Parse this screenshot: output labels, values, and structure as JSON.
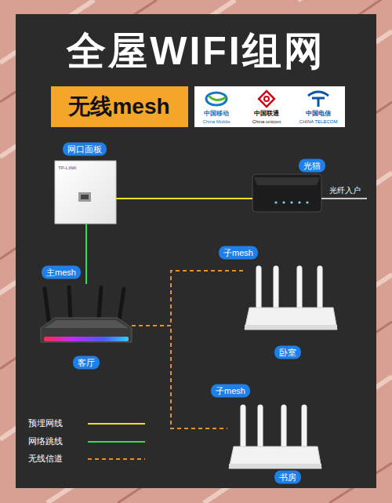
{
  "diagram": {
    "title": "全屋WIFI组网",
    "nodes": [
      {
        "text": [
          "网口面板"
        ]
      },
      {
        "text": [
          "光猫"
        ]
      },
      {
        "text": [
          "主mesh",
          "客厅"
        ]
      },
      {
        "text": [
          "子mesh",
          "卧室"
        ]
      },
      {
        "text": [
          "子mesh",
          "书房"
        ]
      }
    ],
    "edges": [
      {
        "from": 0,
        "to": 1,
        "arrow": "none"
      },
      {
        "from": 0,
        "to": 2,
        "arrow": "none"
      },
      {
        "from": 2,
        "to": 3,
        "arrow": "none"
      },
      {
        "from": 2,
        "to": 4,
        "arrow": "none"
      }
    ],
    "labels": [
      "无线mesh",
      "中国移动",
      "China Mobile",
      "中国联通",
      "China unicom",
      "中国电信",
      "CHINA TELECOM",
      "TP-LINK",
      "光纤入户"
    ],
    "legend": [
      {
        "text": "预埋网线"
      },
      {
        "text": "网络跳线"
      },
      {
        "text": "无线信道"
      }
    ]
  }
}
